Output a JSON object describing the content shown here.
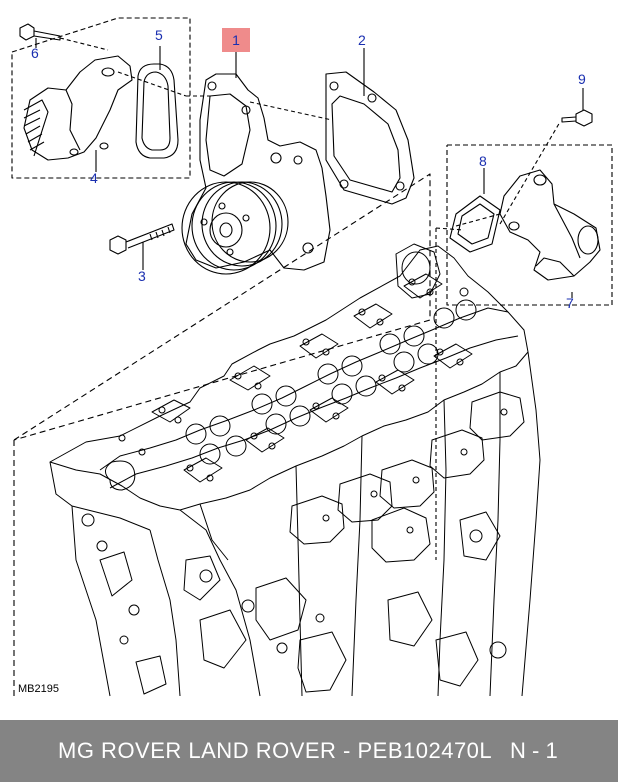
{
  "diagram": {
    "callouts": {
      "c1": "1",
      "c2": "2",
      "c3": "3",
      "c4": "4",
      "c5": "5",
      "c6": "6",
      "c7": "7",
      "c8": "8",
      "c9": "9"
    },
    "figure_code": "MB2195"
  },
  "footer": {
    "title": "MG ROVER LAND ROVER - PEB102470L",
    "page": "N - 1"
  },
  "colors": {
    "callout": "#1a2fb0",
    "highlight": "#ef8b8b",
    "footer_bg": "#848484"
  }
}
